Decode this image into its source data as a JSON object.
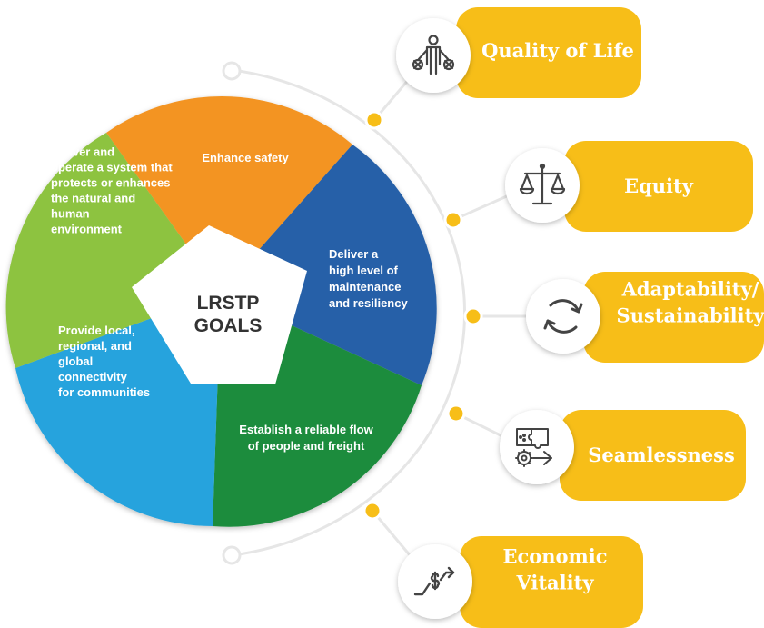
{
  "center": {
    "line1": "LRSTP",
    "line2": "GOALS"
  },
  "segments": [
    {
      "key": "safety",
      "lines": [
        "Enhance safety"
      ],
      "color": "#F39423"
    },
    {
      "key": "maintenance",
      "lines": [
        "Deliver a",
        "high level of",
        "maintenance",
        "and resiliency"
      ],
      "color": "#2760A8"
    },
    {
      "key": "flow",
      "lines": [
        "Establish a reliable flow",
        "of people and freight"
      ],
      "color": "#1E8C3E"
    },
    {
      "key": "connectivity",
      "lines": [
        "Provide local,",
        "regional, and",
        "global",
        "connectivity",
        "for communities"
      ],
      "color": "#27A3DD"
    },
    {
      "key": "environment",
      "lines": [
        "Deliver and",
        "operate a system that",
        "protects or enhances",
        "the natural and",
        "human",
        "environment"
      ],
      "color": "#8DC33F"
    }
  ],
  "principles": [
    {
      "key": "quality-of-life",
      "icon": "people-balance-icon",
      "lines": [
        "Quality of Life"
      ]
    },
    {
      "key": "equity",
      "icon": "scales-icon",
      "lines": [
        "Equity"
      ]
    },
    {
      "key": "adaptability",
      "icon": "refresh-cycle-icon",
      "lines": [
        "Adaptability/",
        "Sustainability"
      ]
    },
    {
      "key": "seamlessness",
      "icon": "puzzle-gear-icon",
      "lines": [
        "Seamlessness"
      ]
    },
    {
      "key": "economic-vitality",
      "icon": "money-growth-icon",
      "lines": [
        "Economic",
        "Vitality"
      ]
    }
  ],
  "colors": {
    "pill": "#F7BE18",
    "arc": "#E6E6E6",
    "dot": "#F7BE18",
    "icon": "#444444"
  }
}
